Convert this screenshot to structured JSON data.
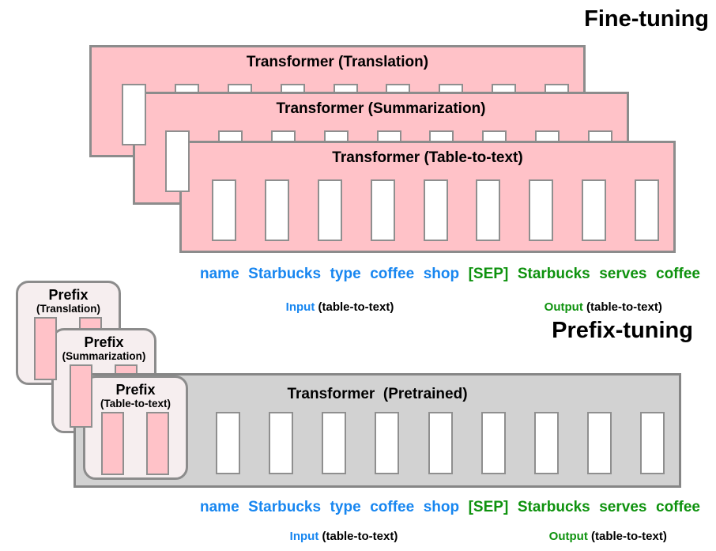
{
  "titles": {
    "fine_tuning": "Fine-tuning",
    "prefix_tuning": "Prefix-tuning"
  },
  "fine_tuning": {
    "transformers": [
      {
        "label": "Transformer (Translation)"
      },
      {
        "label": "Transformer (Summarization)"
      },
      {
        "label": "Transformer (Table-to-text)"
      }
    ],
    "num_slots": 9
  },
  "prefix_tuning": {
    "prefixes": [
      {
        "title": "Prefix",
        "subtitle": "(Translation)"
      },
      {
        "title": "Prefix",
        "subtitle": "(Summarization)"
      },
      {
        "title": "Prefix",
        "subtitle": "(Table-to-text)"
      }
    ],
    "prefix_slot_count": 2,
    "transformer_label": "Transformer  (Pretrained)",
    "num_slots": 9
  },
  "token_row": {
    "input_tokens": [
      "name",
      "Starbucks",
      "type",
      "coffee",
      "shop"
    ],
    "sep_token": "[SEP]",
    "output_tokens": [
      "Starbucks",
      "serves",
      "coffee"
    ],
    "input_caption": {
      "colored": "Input",
      "rest": " (table-to-text)"
    },
    "output_caption": {
      "colored": "Output",
      "rest": " (table-to-text)"
    }
  },
  "colors": {
    "input_blue": "#1786F0",
    "output_green": "#0E920E",
    "transformer_pink": "#FFC2C8",
    "transformer_gray": "#D2D2D2",
    "prefix_fill": "#F6EEEF",
    "border_gray": "#8C8C8C"
  }
}
